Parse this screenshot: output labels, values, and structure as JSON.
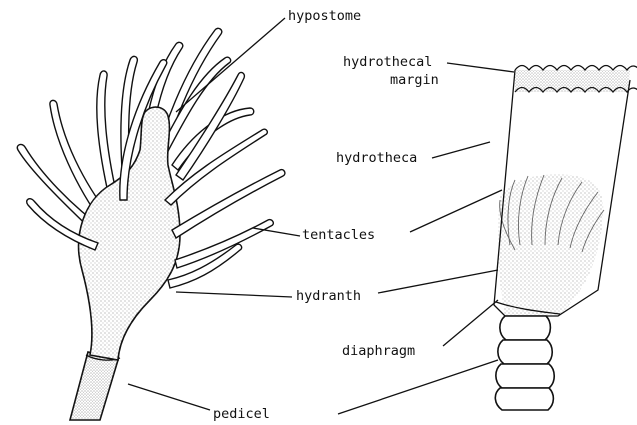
{
  "labels": {
    "hypostome": "hypostome",
    "hydrothecal_margin_1": "hydrothecal",
    "hydrothecal_margin_2": "margin",
    "hydrotheca": "hydrotheca",
    "tentacles": "tentacles",
    "hydranth": "hydranth",
    "diaphragm": "diaphragm",
    "pedicel": "pedicel"
  }
}
